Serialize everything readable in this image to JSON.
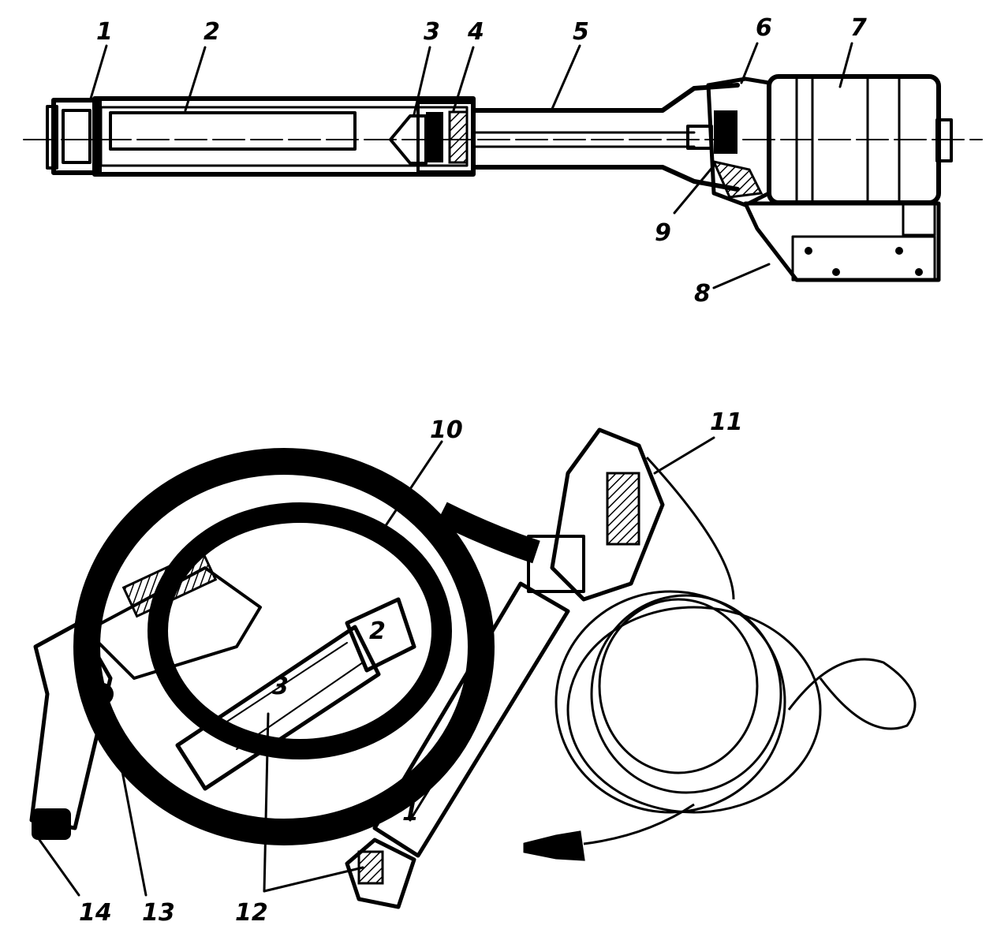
{
  "figure": {
    "ink_color": "#000000",
    "background": "#ffffff",
    "callouts": {
      "c1": "1",
      "c2": "2",
      "c3": "3",
      "c4": "4",
      "c5": "5",
      "c6": "6",
      "c7": "7",
      "c8": "8",
      "c9": "9",
      "c10": "10",
      "c11": "11",
      "c12": "12",
      "c13": "13",
      "c14": "14"
    },
    "section_marks": {
      "s1": "1",
      "s2": "2",
      "s3": "3"
    }
  }
}
